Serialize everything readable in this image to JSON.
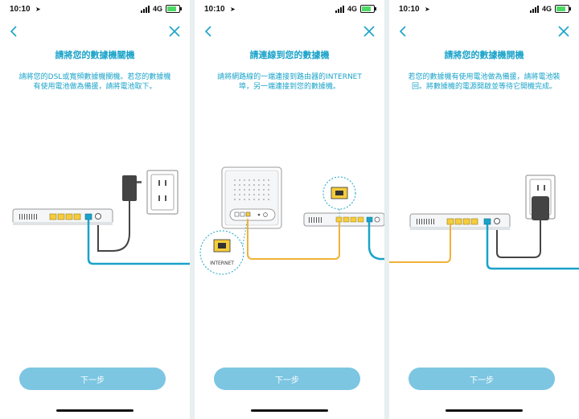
{
  "status_bar": {
    "time": "10:10",
    "network": "4G"
  },
  "screens": [
    {
      "title": "請將您的數據機關機",
      "desc_lines": [
        "請將您的DSL或寬頻數據機關機。若您的數據機",
        "有使用電池做為備援，請將電池取下。"
      ],
      "next_label": "下一步"
    },
    {
      "title": "請連線到您的數據機",
      "desc_lines": [
        "請將網路線的一端連接到路由器的INTERNET",
        "埠，另一端連接到您的數據機。"
      ],
      "internet_label": "INTERNET",
      "next_label": "下一步"
    },
    {
      "title": "請將您的數據機開機",
      "desc_lines": [
        "若您的數據機有使用電池做為備援，請將電池裝",
        "回。將數據機的電源開啟並等待它開機完成。"
      ],
      "next_label": "下一步"
    }
  ],
  "colors": {
    "accent": "#1aa3c9",
    "button": "#7cc6e2",
    "cable_yellow": "#f0b23a",
    "cable_blue": "#1aa3c9",
    "port_yellow": "#f5cd3c",
    "power_cable": "#444444"
  },
  "icons": {
    "back": "chevron-left-icon",
    "close": "close-icon",
    "location": "location-arrow-icon"
  }
}
